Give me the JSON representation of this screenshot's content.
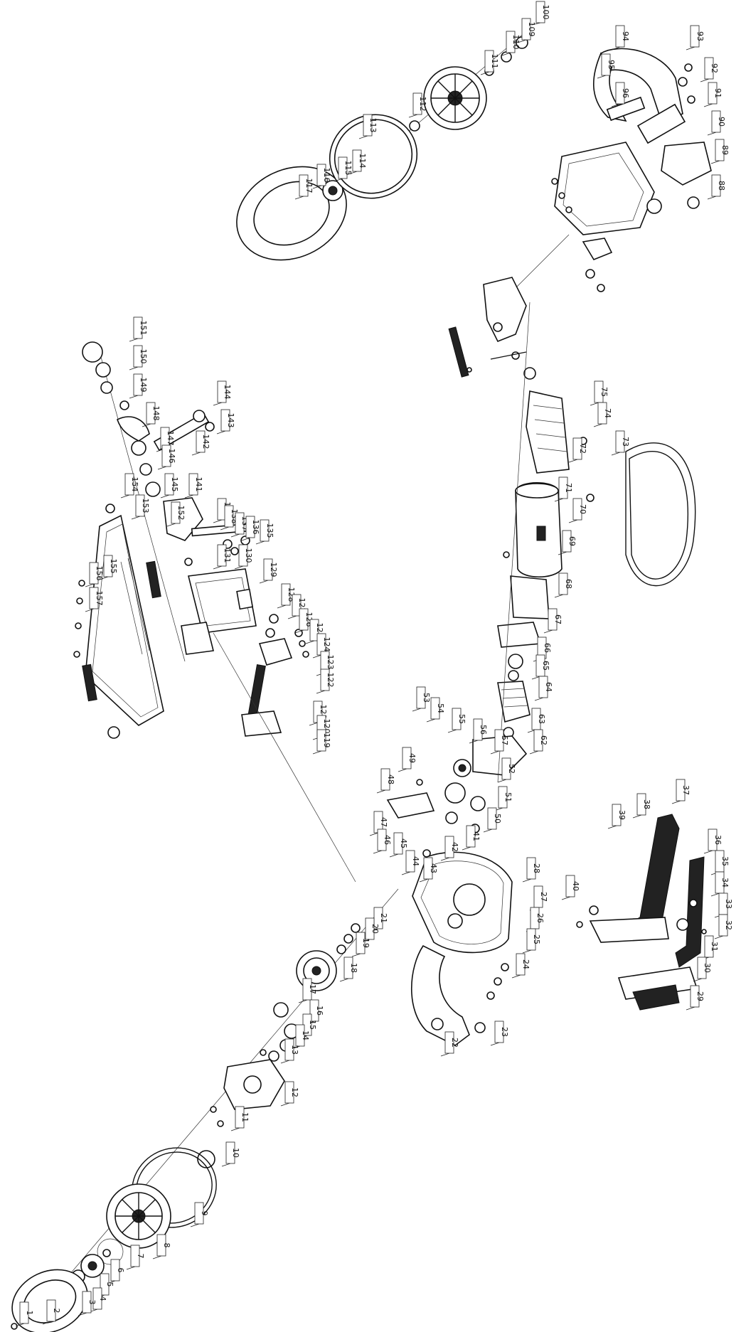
{
  "callouts": [
    {
      "id": "c-top1",
      "text": "100"
    },
    {
      "id": "c-top2",
      "text": "109"
    },
    {
      "id": "c-top3",
      "text": "110"
    },
    {
      "id": "c-top4",
      "text": "111"
    },
    {
      "id": "c-top5",
      "text": "112"
    },
    {
      "id": "c-top6",
      "text": "113"
    },
    {
      "id": "c-top7",
      "text": "114"
    },
    {
      "id": "c-top8",
      "text": "115"
    },
    {
      "id": "c-top9",
      "text": "116"
    },
    {
      "id": "c-top10",
      "text": "117"
    },
    {
      "id": "c-r1",
      "text": "94"
    },
    {
      "id": "c-r2",
      "text": "93"
    },
    {
      "id": "c-r3",
      "text": "92"
    },
    {
      "id": "c-r4",
      "text": "91"
    },
    {
      "id": "c-r5",
      "text": "90"
    },
    {
      "id": "c-r6",
      "text": "89"
    },
    {
      "id": "c-r7",
      "text": "88"
    },
    {
      "id": "c-r8",
      "text": "95"
    },
    {
      "id": "c-r9",
      "text": "96"
    },
    {
      "id": "c-m1",
      "text": "75"
    },
    {
      "id": "c-m2",
      "text": "74"
    },
    {
      "id": "c-m3",
      "text": "73"
    },
    {
      "id": "c-m4",
      "text": "72"
    },
    {
      "id": "c-m5",
      "text": "71"
    },
    {
      "id": "c-m6",
      "text": "70"
    },
    {
      "id": "c-m7",
      "text": "69"
    },
    {
      "id": "c-m8",
      "text": "68"
    },
    {
      "id": "c-m9",
      "text": "67"
    },
    {
      "id": "c-m10",
      "text": "66"
    },
    {
      "id": "c-m11",
      "text": "65"
    },
    {
      "id": "c-m12",
      "text": "64"
    },
    {
      "id": "c-m13",
      "text": "63"
    },
    {
      "id": "c-m14",
      "text": "62"
    },
    {
      "id": "c-l1",
      "text": "151"
    },
    {
      "id": "c-l2",
      "text": "150"
    },
    {
      "id": "c-l3",
      "text": "149"
    },
    {
      "id": "c-l4",
      "text": "148"
    },
    {
      "id": "c-l5",
      "text": "147"
    },
    {
      "id": "c-l6",
      "text": "146"
    },
    {
      "id": "c-l7",
      "text": "145"
    },
    {
      "id": "c-l8",
      "text": "144"
    },
    {
      "id": "c-l9",
      "text": "143"
    },
    {
      "id": "c-l10",
      "text": "142"
    },
    {
      "id": "c-l11",
      "text": "141"
    },
    {
      "id": "c-l12",
      "text": "154"
    },
    {
      "id": "c-l13",
      "text": "153"
    },
    {
      "id": "c-l14",
      "text": "152"
    },
    {
      "id": "c-l15",
      "text": "155"
    },
    {
      "id": "c-l16",
      "text": "156"
    },
    {
      "id": "c-l17",
      "text": "157"
    },
    {
      "id": "c-c1",
      "text": "139"
    },
    {
      "id": "c-c2",
      "text": "138"
    },
    {
      "id": "c-c3",
      "text": "137"
    },
    {
      "id": "c-c4",
      "text": "136"
    },
    {
      "id": "c-c5",
      "text": "135"
    },
    {
      "id": "c-c6",
      "text": "131"
    },
    {
      "id": "c-c7",
      "text": "130"
    },
    {
      "id": "c-c8",
      "text": "129"
    },
    {
      "id": "c-c9",
      "text": "128"
    },
    {
      "id": "c-c10",
      "text": "127"
    },
    {
      "id": "c-c11",
      "text": "126"
    },
    {
      "id": "c-c12",
      "text": "125"
    },
    {
      "id": "c-c13",
      "text": "124"
    },
    {
      "id": "c-c14",
      "text": "123"
    },
    {
      "id": "c-c15",
      "text": "122"
    },
    {
      "id": "c-c16",
      "text": "121"
    },
    {
      "id": "c-c17",
      "text": "120"
    },
    {
      "id": "c-c18",
      "text": "119"
    },
    {
      "id": "c-g1",
      "text": "53"
    },
    {
      "id": "c-g2",
      "text": "54"
    },
    {
      "id": "c-g3",
      "text": "55"
    },
    {
      "id": "c-g4",
      "text": "56"
    },
    {
      "id": "c-g5",
      "text": "57"
    },
    {
      "id": "c-g6",
      "text": "52"
    },
    {
      "id": "c-g7",
      "text": "51"
    },
    {
      "id": "c-g8",
      "text": "50"
    },
    {
      "id": "c-g9",
      "text": "49"
    },
    {
      "id": "c-g10",
      "text": "48"
    },
    {
      "id": "c-g11",
      "text": "47"
    },
    {
      "id": "c-g12",
      "text": "46"
    },
    {
      "id": "c-g13",
      "text": "45"
    },
    {
      "id": "c-g14",
      "text": "44"
    },
    {
      "id": "c-g15",
      "text": "43"
    },
    {
      "id": "c-g16",
      "text": "42"
    },
    {
      "id": "c-g17",
      "text": "41"
    },
    {
      "id": "c-b1",
      "text": "40"
    },
    {
      "id": "c-b2",
      "text": "39"
    },
    {
      "id": "c-b3",
      "text": "38"
    },
    {
      "id": "c-b4",
      "text": "37"
    },
    {
      "id": "c-b5",
      "text": "36"
    },
    {
      "id": "c-b6",
      "text": "35"
    },
    {
      "id": "c-b7",
      "text": "34"
    },
    {
      "id": "c-b8",
      "text": "33"
    },
    {
      "id": "c-b9",
      "text": "32"
    },
    {
      "id": "c-b10",
      "text": "31"
    },
    {
      "id": "c-b11",
      "text": "30"
    },
    {
      "id": "c-b12",
      "text": "29"
    },
    {
      "id": "c-f1",
      "text": "28"
    },
    {
      "id": "c-f2",
      "text": "27"
    },
    {
      "id": "c-f3",
      "text": "26"
    },
    {
      "id": "c-f4",
      "text": "25"
    },
    {
      "id": "c-f5",
      "text": "24"
    },
    {
      "id": "c-f6",
      "text": "23"
    },
    {
      "id": "c-f7",
      "text": "22"
    },
    {
      "id": "c-f8",
      "text": "21"
    },
    {
      "id": "c-f9",
      "text": "20"
    },
    {
      "id": "c-f10",
      "text": "19"
    },
    {
      "id": "c-f11",
      "text": "18"
    },
    {
      "id": "c-f12",
      "text": "17"
    },
    {
      "id": "c-f13",
      "text": "16"
    },
    {
      "id": "c-f14",
      "text": "15"
    },
    {
      "id": "c-f15",
      "text": "14"
    },
    {
      "id": "c-f16",
      "text": "13"
    },
    {
      "id": "c-f17",
      "text": "12"
    },
    {
      "id": "c-f18",
      "text": "11"
    },
    {
      "id": "c-w1",
      "text": "10"
    },
    {
      "id": "c-w2",
      "text": "9"
    },
    {
      "id": "c-w3",
      "text": "8"
    },
    {
      "id": "c-w4",
      "text": "7"
    },
    {
      "id": "c-w5",
      "text": "6"
    },
    {
      "id": "c-w6",
      "text": "5"
    },
    {
      "id": "c-w7",
      "text": "4"
    },
    {
      "id": "c-w8",
      "text": "3"
    },
    {
      "id": "c-w9",
      "text": "2"
    },
    {
      "id": "c-w10",
      "text": "1"
    }
  ]
}
